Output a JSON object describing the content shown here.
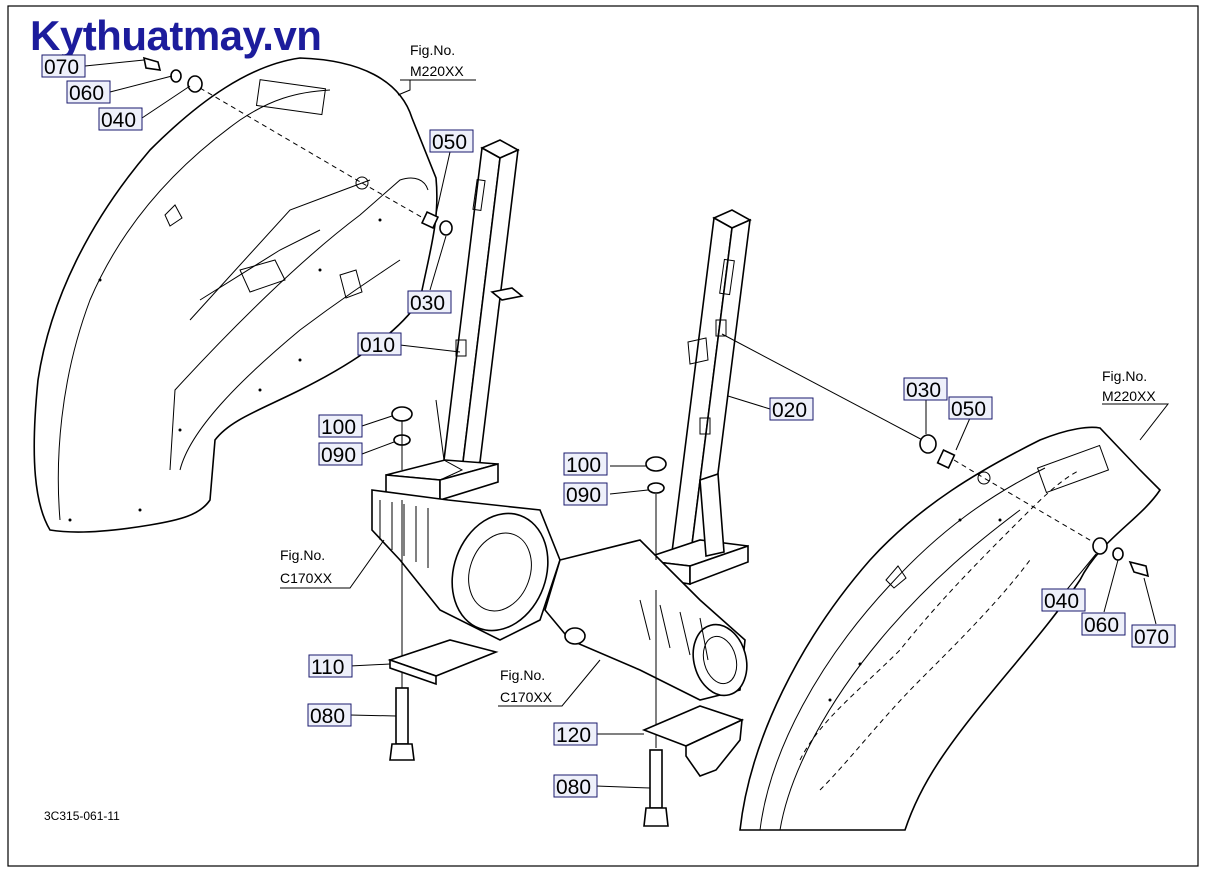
{
  "watermark": "Kythuatmay.vn",
  "fig_refs": {
    "fender_left": [
      "Fig.No.",
      "M220XX"
    ],
    "fender_right": [
      "Fig.No.",
      "M220XX"
    ],
    "axle_left": [
      "Fig.No.",
      "C170XX"
    ],
    "axle_right": [
      "Fig.No.",
      "C170XX"
    ]
  },
  "parts": {
    "p070_left": "070",
    "p060_left": "060",
    "p040_left": "040",
    "p050_left": "050",
    "p030_left": "030",
    "p010": "010",
    "p100_left": "100",
    "p090_left": "090",
    "p110": "110",
    "p080_left": "080",
    "p100_right": "100",
    "p090_right": "090",
    "p020": "020",
    "p030_right": "030",
    "p050_right": "050",
    "p040_right": "040",
    "p060_right": "060",
    "p070_right": "070",
    "p120": "120",
    "p080_right": "080"
  },
  "drawing_code": "3C315-061-11",
  "colors": {
    "watermark": "#1c1c9c",
    "label_box": "#eef0fa",
    "line": "#000000"
  }
}
